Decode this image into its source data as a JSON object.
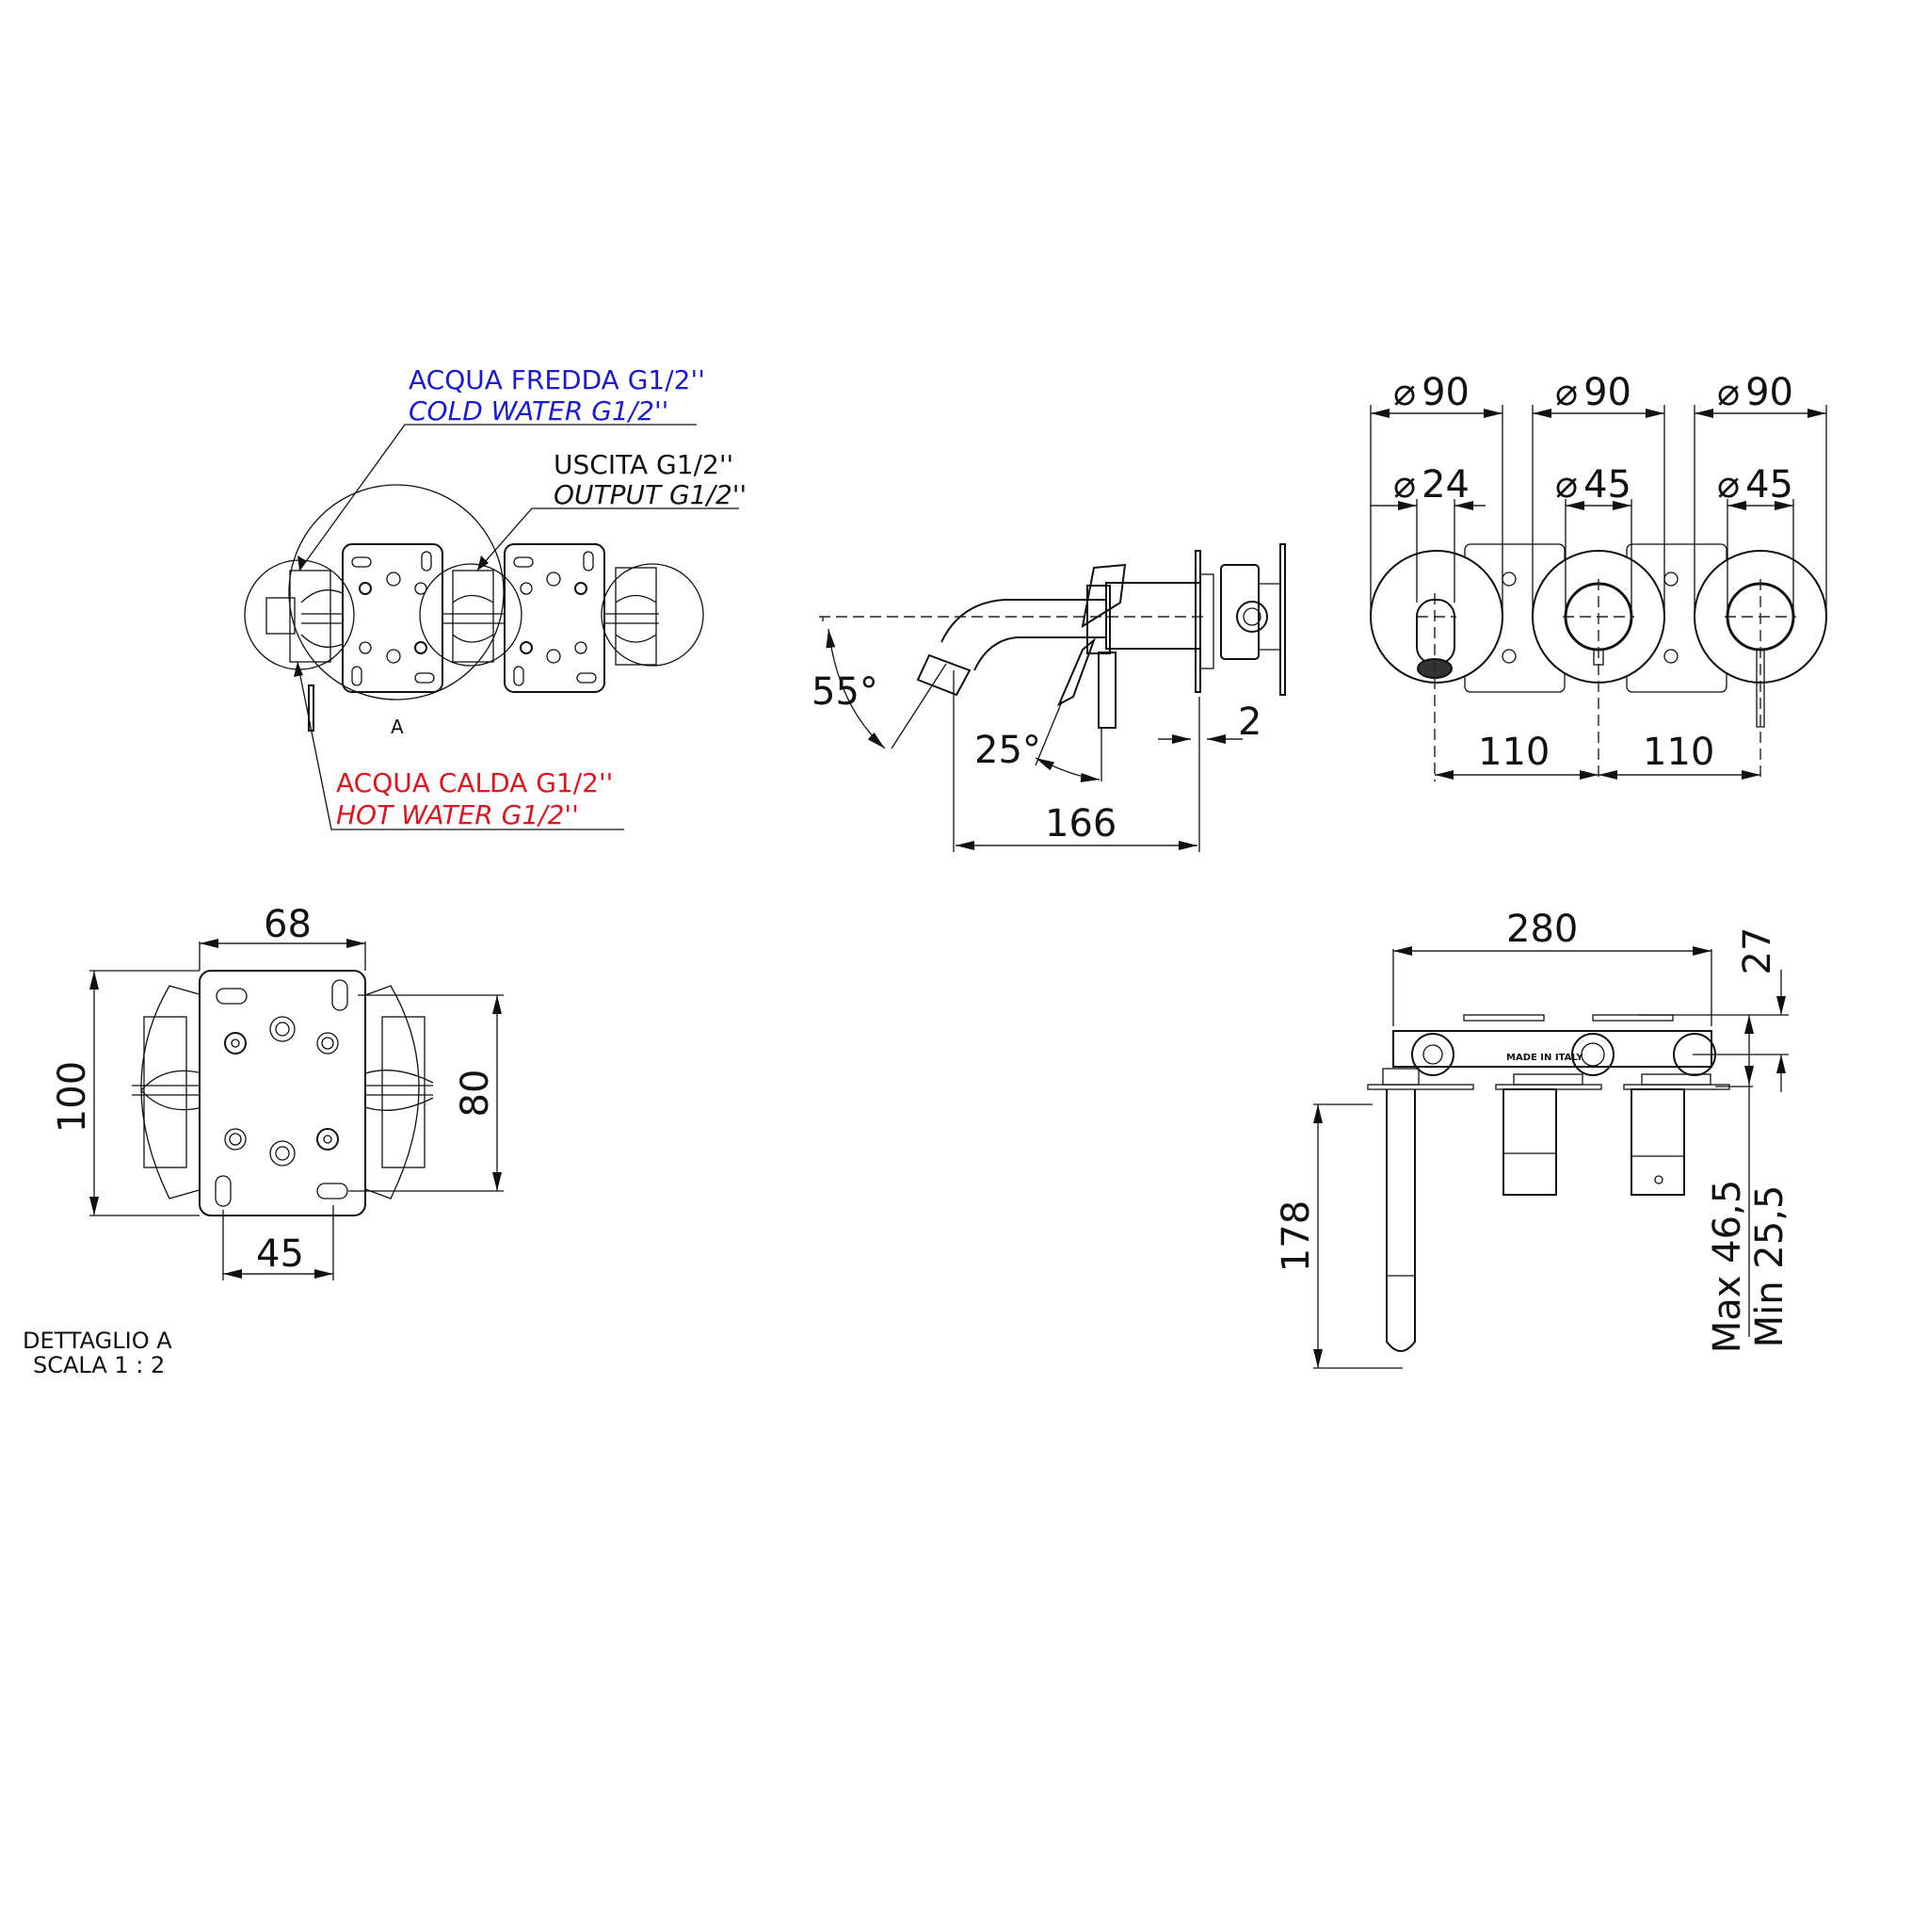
{
  "callouts": {
    "cold": {
      "line1": "ACQUA FREDDA G1/2''",
      "line2": "COLD WATER G1/2''",
      "color": "#1a1ad6"
    },
    "output": {
      "line1": "USCITA G1/2''",
      "line2": "OUTPUT G1/2''",
      "color": "#111111"
    },
    "hot": {
      "line1": "ACQUA CALDA G1/2''",
      "line2": "HOT WATER G1/2''",
      "color": "#e0141e"
    },
    "detail_marker": "A"
  },
  "side_view": {
    "angle_spout": "55°",
    "angle_lever": "25°",
    "depth": "166",
    "plate_thickness": "2"
  },
  "front_view": {
    "dia_plate_1": "90",
    "dia_plate_2": "90",
    "dia_plate_3": "90",
    "dia_spout": "24",
    "dia_handle_1": "45",
    "dia_handle_2": "45",
    "spacing_1": "110",
    "spacing_2": "110",
    "diameter_symbol": "⌀"
  },
  "detail_a": {
    "width": "68",
    "height": "100",
    "hole_vertical": "80",
    "hole_horizontal": "45",
    "caption_line1": "DETTAGLIO A",
    "caption_line2": "SCALA 1 : 2"
  },
  "top_view": {
    "overall_length": "280",
    "body_depth": "27",
    "spout_length": "178",
    "wall_max": "Max 46,5",
    "wall_min": "Min 25,5",
    "stamp": "MADE IN ITALY"
  }
}
